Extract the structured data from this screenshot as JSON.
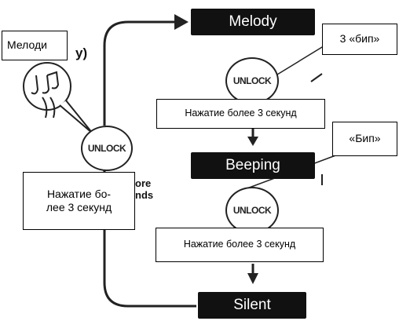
{
  "modes": {
    "melody": "Melody",
    "beeping": "Beeping",
    "silent": "Silent"
  },
  "unlock_label": "UNLOCK",
  "callouts": {
    "melody": "Мелоди",
    "three_beeps": "3 «бип»",
    "beep": "«Бип»",
    "press_more_3s_left": "Нажатие бо-\nлее 3 секунд",
    "press_more_3s_top": "Нажатие более 3 секунд",
    "press_more_3s_bottom": "Нажатие более 3 секунд"
  },
  "underlying_fragments": {
    "y_paren": "y)",
    "ore": "ore",
    "nds": "nds"
  },
  "icons": [
    "music-notes-icon",
    "arrow-right-icon",
    "arrow-down-icon"
  ]
}
